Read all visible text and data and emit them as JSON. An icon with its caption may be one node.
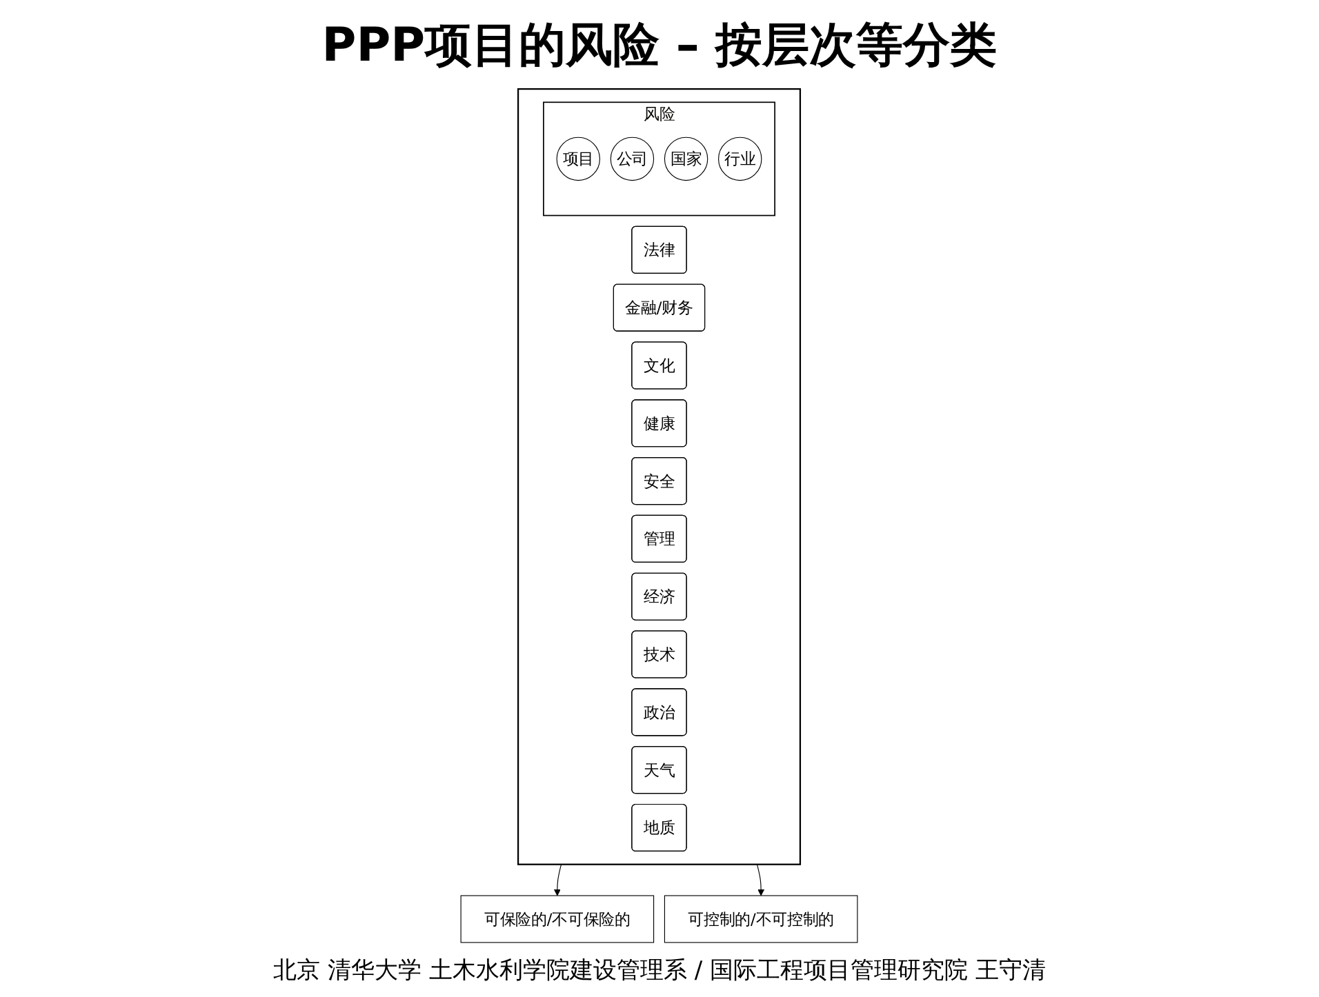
{
  "diagram": {
    "title": "PPP项目的风险 – 按层次等分类",
    "nodes": [
      {
        "text": [],
        "shape": "box"
      },
      {
        "text": [
          "法律"
        ],
        "in": 0
      },
      {
        "text": [
          "金融/财务"
        ],
        "in": 0
      },
      {
        "text": [
          "文化"
        ],
        "in": 0
      },
      {
        "text": [
          "健康"
        ],
        "in": 0
      },
      {
        "text": [
          "安全"
        ],
        "in": 0
      },
      {
        "text": [
          "管理"
        ],
        "in": 0
      },
      {
        "text": [
          "经济"
        ],
        "in": 0
      },
      {
        "text": [
          "技术"
        ],
        "in": 0
      },
      {
        "text": [
          "政治"
        ],
        "in": 0
      },
      {
        "text": [
          "风险"
        ],
        "in": 0
      },
      {
        "text": [
          "项目"
        ],
        "in": 10
      },
      {
        "text": [
          "公司"
        ],
        "in": 10
      },
      {
        "text": [
          "国家"
        ],
        "in": 10
      },
      {
        "text": [
          "行业"
        ],
        "in": 10
      },
      {
        "text": [
          "天气"
        ],
        "in": 0
      },
      {
        "text": [
          "地质"
        ],
        "in": 0
      },
      {
        "text": [
          "可保险的/不可保险的"
        ]
      },
      {
        "text": [
          "可控制的/不可控制的"
        ]
      }
    ],
    "edges": [
      {
        "from": 0,
        "to": 17,
        "arrow": "to"
      },
      {
        "from": 0,
        "to": 18,
        "arrow": "to"
      }
    ],
    "caption": "北京 清华大学 土木水利学院建设管理系 / 国际工程项目管理研究院 王守清"
  }
}
